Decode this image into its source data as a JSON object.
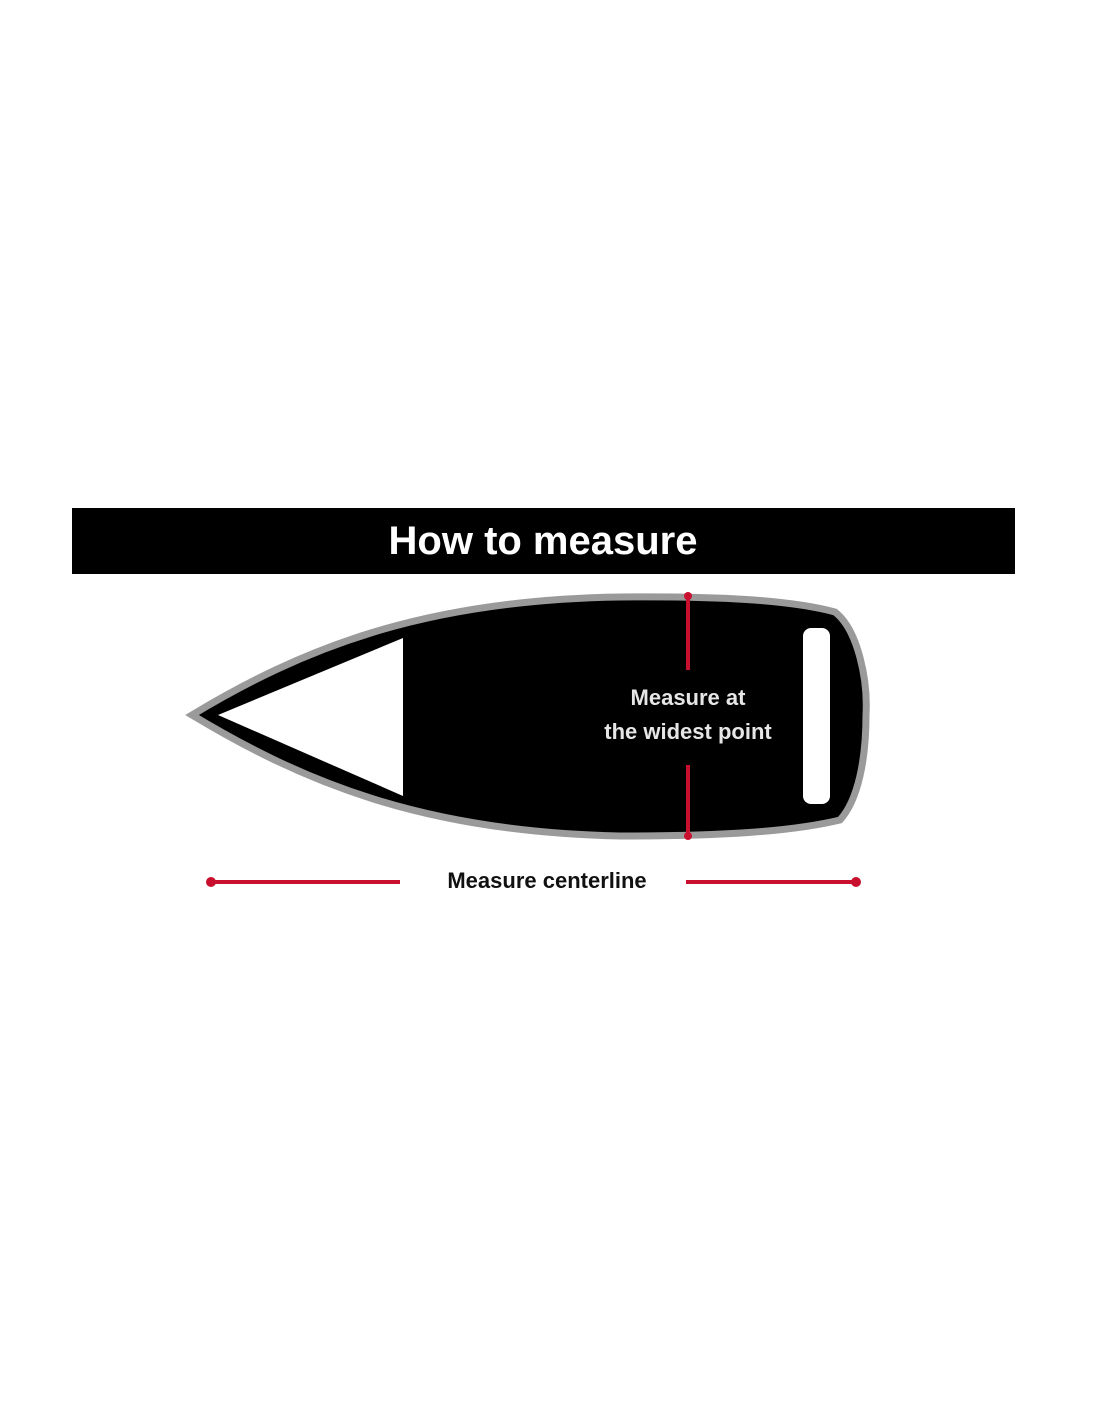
{
  "title": "How to measure",
  "labels": {
    "widest_line1": "Measure at",
    "widest_line2": "the widest point",
    "centerline": "Measure centerline"
  },
  "colors": {
    "banner": "#000000",
    "boat": "#000000",
    "outline": "#9a9a9a",
    "measure_line": "#c8102e"
  }
}
